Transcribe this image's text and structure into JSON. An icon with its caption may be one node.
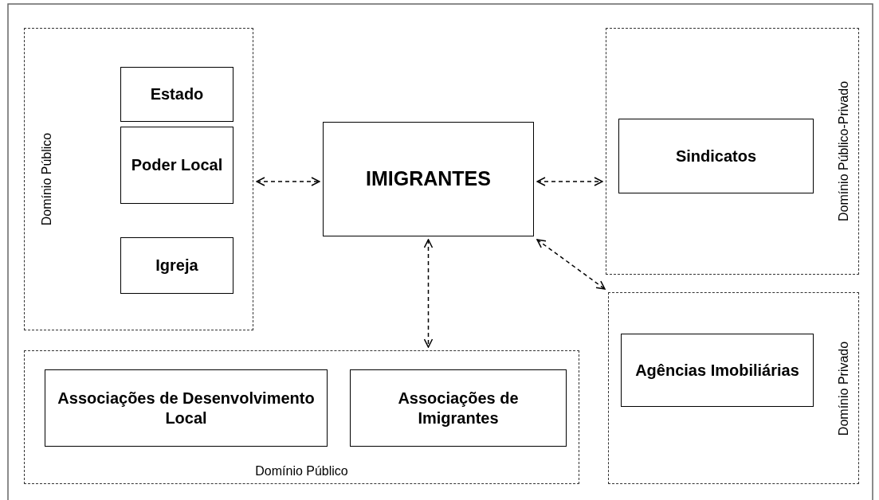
{
  "diagram": {
    "nodes": [
      {
        "text": [
          "Domínio Público"
        ]
      },
      {
        "text": [
          "Estado"
        ],
        "in": 0
      },
      {
        "text": [
          "Poder Local"
        ],
        "in": 0
      },
      {
        "text": [
          "Igreja"
        ],
        "in": 0
      },
      {
        "text": [
          "IMIGRANTES"
        ]
      },
      {
        "text": [
          "Domínio Público-Privado"
        ]
      },
      {
        "text": [
          "Sindicatos"
        ],
        "in": 5
      },
      {
        "text": [
          "Domínio Público"
        ]
      },
      {
        "text": [
          "Associações de Desenvolvimento Local"
        ],
        "in": 7
      },
      {
        "text": [
          "Associações de Imigrantes"
        ],
        "in": 7
      },
      {
        "text": [
          "Domínio Privado"
        ]
      },
      {
        "text": [
          "Agências Imobiliárias"
        ],
        "in": 10
      }
    ],
    "edges": [
      {
        "from": 0,
        "to": 4,
        "arrow": "both",
        "style": "dashed"
      },
      {
        "from": 4,
        "to": 5,
        "arrow": "both",
        "style": "dashed"
      },
      {
        "from": 4,
        "to": 7,
        "arrow": "both",
        "style": "dashed"
      },
      {
        "from": 4,
        "to": 10,
        "arrow": "both",
        "style": "dashed"
      }
    ]
  }
}
